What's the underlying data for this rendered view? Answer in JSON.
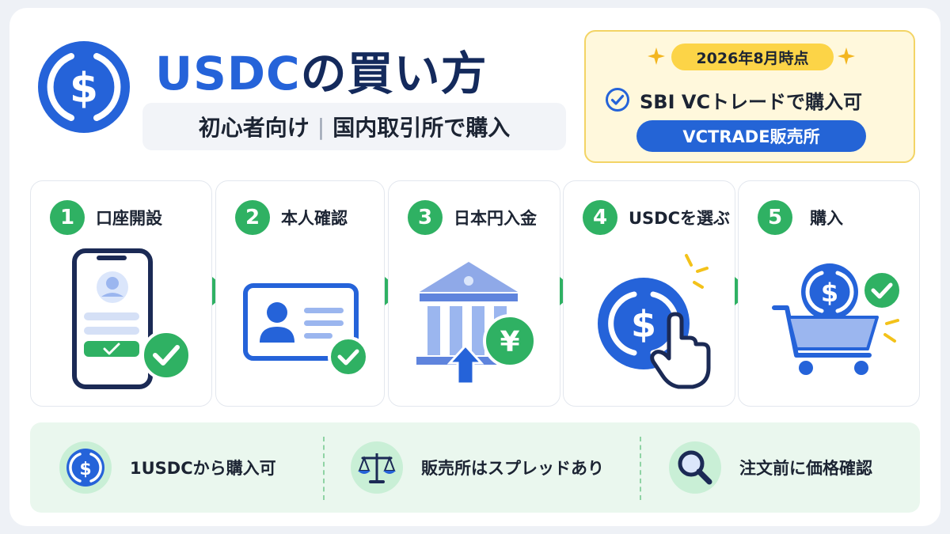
{
  "header": {
    "title_latin": "USDC",
    "title_jp": "の買い方",
    "subtitle_left": "初心者向け",
    "subtitle_sep": "|",
    "subtitle_right": "国内取引所で購入"
  },
  "notice": {
    "date": "2026年8月時点",
    "availability": "SBI VCトレードで購入可",
    "venue": "VCTRADE販売所"
  },
  "steps": [
    {
      "number": "1",
      "label": "口座開設",
      "icon": "smartphone-signup-icon"
    },
    {
      "number": "2",
      "label": "本人確認",
      "icon": "id-card-check-icon"
    },
    {
      "number": "3",
      "label": "日本円入金",
      "icon": "bank-yen-deposit-icon"
    },
    {
      "number": "4",
      "label": "USDCを選ぶ",
      "icon": "usdc-coin-tap-icon"
    },
    {
      "number": "5",
      "label": "購入",
      "icon": "shopping-cart-coin-icon"
    }
  ],
  "tips": [
    {
      "label": "1USDCから購入可",
      "icon": "usdc-coin-icon"
    },
    {
      "label": "販売所はスプレッドあり",
      "icon": "balance-scale-icon"
    },
    {
      "label": "注文前に価格確認",
      "icon": "magnifier-icon"
    }
  ],
  "colors": {
    "brand_blue": "#2563d9",
    "navy": "#142a5c",
    "green": "#2fb163",
    "yellow": "#fcd447",
    "notice_bg": "#fff8dc",
    "tips_bg": "#eaf7ee"
  }
}
